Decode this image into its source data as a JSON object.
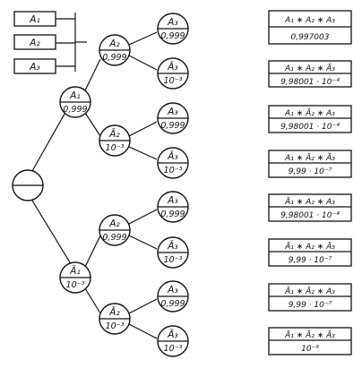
{
  "legend": [
    "A₁",
    "A₂",
    "A₃"
  ],
  "level1": [
    {
      "label": "A₁",
      "value": "0,999"
    },
    {
      "label": "Ā₁",
      "value": "10⁻³"
    }
  ],
  "level2": [
    {
      "label": "A₂",
      "value": "0,999"
    },
    {
      "label": "Ā₂",
      "value": "10⁻³"
    },
    {
      "label": "A₂",
      "value": "0,999"
    },
    {
      "label": "Ā₂",
      "value": "10⁻³"
    }
  ],
  "level3": [
    {
      "label": "A₃",
      "value": "0,999"
    },
    {
      "label": "Ā₃",
      "value": "10⁻³"
    },
    {
      "label": "A₃",
      "value": "0,999"
    },
    {
      "label": "Ā₃",
      "value": "10⁻³"
    },
    {
      "label": "A₃",
      "value": "0,999"
    },
    {
      "label": "Ā₃",
      "value": "10⁻³"
    },
    {
      "label": "A₃",
      "value": "0,999"
    },
    {
      "label": "Ā₃",
      "value": "10⁻³"
    }
  ],
  "results": [
    {
      "expr": "A₁ ∗ A₂ ∗ A₃",
      "value": "0,997003"
    },
    {
      "expr": "A₁ ∗ A₂ ∗ Ā₃",
      "value": "9,98001 · 10⁻⁴"
    },
    {
      "expr": "A₁ ∗ Ā₂ ∗ A₃",
      "value": "9,98001 · 10⁻⁴"
    },
    {
      "expr": "A₁ ∗ Ā₂ ∗ Ā₃",
      "value": "9,99 · 10⁻⁷"
    },
    {
      "expr": "Ā₁ ∗ A₂ ∗ A₃",
      "value": "9,98001 · 10⁻⁴"
    },
    {
      "expr": "Ā₁ ∗ A₂ ∗ Ā₃",
      "value": "9,99 · 10⁻⁷"
    },
    {
      "expr": "Ā₁ ∗ Ā₂ ∗ A₃",
      "value": "9,99 · 10⁻⁷"
    },
    {
      "expr": "Ā₁ ∗ Ā₂ ∗ Ā₃",
      "value": "10⁻⁹"
    }
  ]
}
